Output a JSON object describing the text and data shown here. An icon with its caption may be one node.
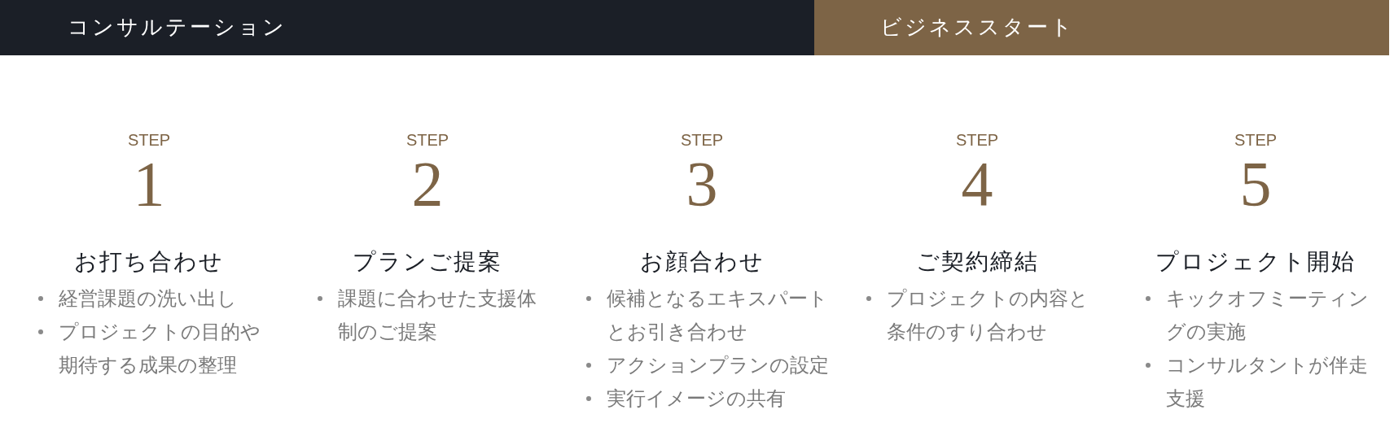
{
  "diagram": {
    "nodes": [
      {
        "text": [
          "コンサルテーション"
        ]
      },
      {
        "text": [
          "ビジネススタート"
        ]
      }
    ],
    "labels": [
      "STEP",
      "1",
      "お打ち合わせ",
      "経営課題の洗い出し",
      "プロジェクトの目的や期待する成果の整理",
      "STEP",
      "2",
      "プランご提案",
      "課題に合わせた支援体制のご提案",
      "STEP",
      "3",
      "お顔合わせ",
      "候補となるエキスパートとお引き合わせ",
      "アクションプランの設定",
      "実行イメージの共有",
      "STEP",
      "4",
      "ご契約締結",
      "プロジェクトの内容と条件のすり合わせ",
      "STEP",
      "5",
      "プロジェクト開始",
      "キックオフミーティングの実施",
      "コンサルタントが伴走支援"
    ]
  }
}
